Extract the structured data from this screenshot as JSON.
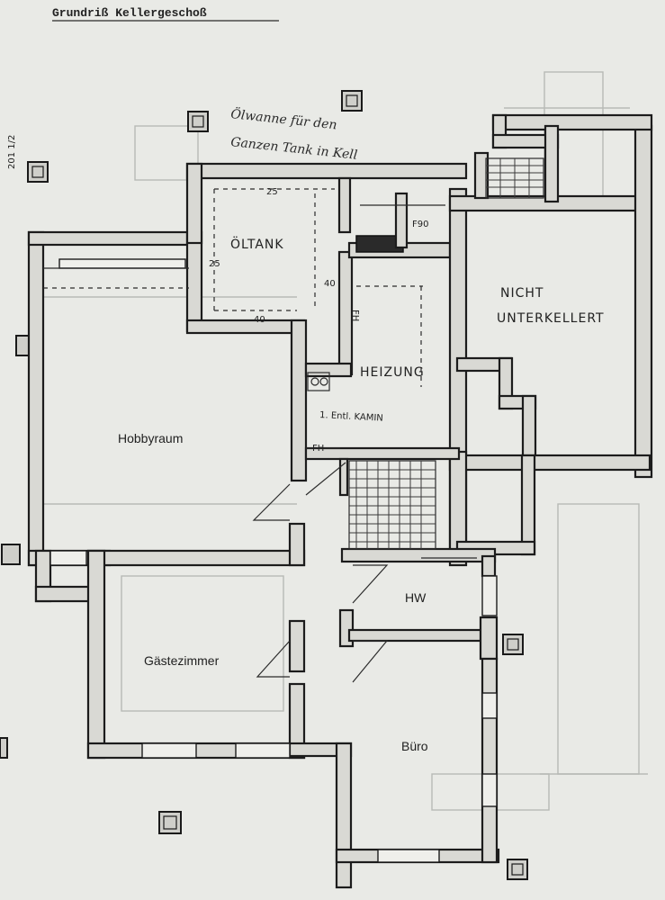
{
  "title": "Grundriß Kellergeschoß",
  "margin_note": "201 1/2",
  "annotation": {
    "line1": "Ölwanne für den",
    "line2": "Ganzen Tank in Kell"
  },
  "rooms": {
    "oeltank": "ÖLTANK",
    "heizung": "HEIZUNG",
    "nicht_unterkellert_1": "NICHT",
    "nicht_unterkellert_2": "UNTERKELLERT",
    "hobbyraum": "Hobbyraum",
    "gaestezimmer": "Gästezimmer",
    "hw": "HW",
    "buero": "Büro"
  },
  "marks": {
    "f90": "F90",
    "fh_vertical": "FH",
    "fh_horizontal": "FH",
    "kamin": "1. Entl. KAMIN",
    "dim_25_top": "25",
    "dim_25_left": "25",
    "dim_40_side": "40",
    "dim_40_bottom": "40"
  },
  "colors": {
    "paper": "#e9eae6",
    "wall_fill": "#d9d9d4",
    "wall_line": "#1c1c1c"
  }
}
